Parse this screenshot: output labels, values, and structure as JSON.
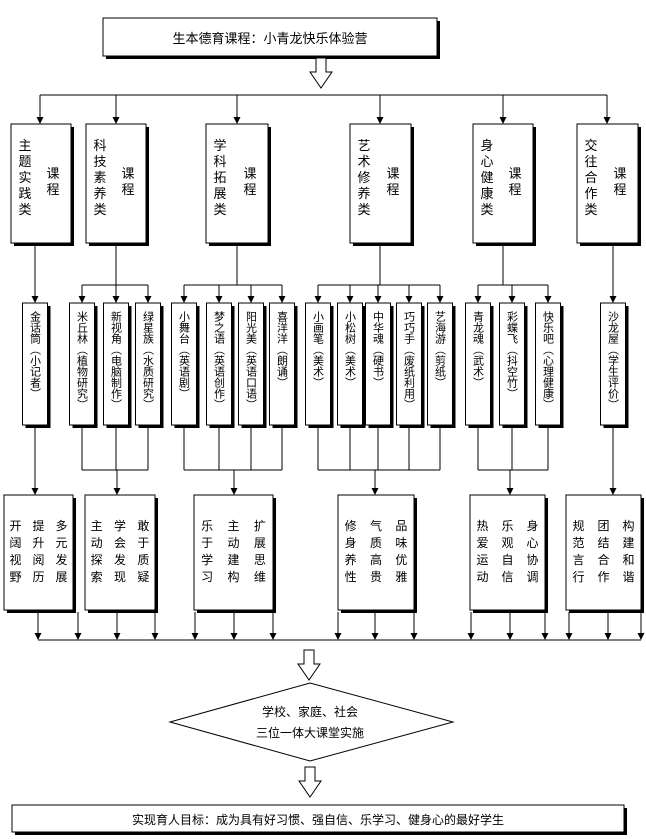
{
  "title": "生本德育课程：小青龙快乐体验营",
  "categories": [
    {
      "main": "主题实践类",
      "suffix": "课程"
    },
    {
      "main": "科技素养类",
      "suffix": "课程"
    },
    {
      "main": "学科拓展类",
      "suffix": "课程"
    },
    {
      "main": "艺术修养类",
      "suffix": "课程"
    },
    {
      "main": "身心健康类",
      "suffix": "课程"
    },
    {
      "main": "交往合作类",
      "suffix": "课程"
    }
  ],
  "courses": [
    [
      "金话筒（小记者）"
    ],
    [
      "米丘林（植物研究）",
      "新视角（电脑制作）",
      "绿星族（水质研究）"
    ],
    [
      "小舞台（英语剧）",
      "梦之语（英语创作）",
      "阳光美（英语口语）",
      "喜洋洋（朗诵）"
    ],
    [
      "小画笔（美术）",
      "小松树（美术）",
      "中华魂（硬书）",
      "巧巧手（废纸利用）",
      "艺海游（剪纸）"
    ],
    [
      "青龙魂（武术）",
      "彩蝶飞（抖空竹）",
      "快乐吧（心理健康）"
    ],
    [
      "沙龙屋（学生评价）"
    ]
  ],
  "outcomes": [
    [
      "开阔视野",
      "提升阅历",
      "多元发展"
    ],
    [
      "主动探索",
      "学会发现",
      "敢于质疑"
    ],
    [
      "乐于学习",
      "主动建构",
      "扩展思维"
    ],
    [
      "修身养性",
      "气质高贵",
      "品味优雅"
    ],
    [
      "热爱运动",
      "乐观自信",
      "身心协调"
    ],
    [
      "规范言行",
      "团结合作",
      "构建和谐"
    ]
  ],
  "implementation": {
    "line1": "学校、家庭、社会",
    "line2": "三位一体大课堂实施"
  },
  "goal": "实现育人目标：成为具有好习惯、强自信、乐学习、健身心的最好学生"
}
